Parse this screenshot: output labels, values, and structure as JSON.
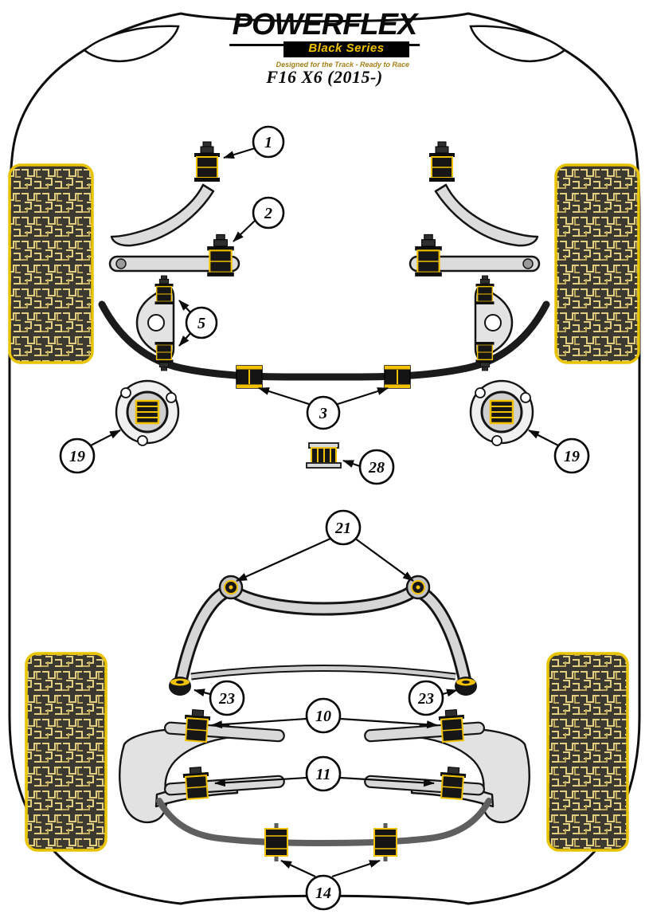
{
  "header": {
    "brand": "POWERFLEX",
    "series": "Black Series",
    "tagline": "Designed for the Track - Ready to Race",
    "model": "F16 X6 (2015-)"
  },
  "diagram": {
    "callouts": [
      "1",
      "2",
      "5",
      "3",
      "19",
      "19",
      "28",
      "21",
      "23",
      "23",
      "10",
      "11",
      "14"
    ]
  },
  "colors": {
    "powerflex_yellow": "#F2C200",
    "gold_text": "#A8811A",
    "line_black": "#0A0A0A"
  }
}
